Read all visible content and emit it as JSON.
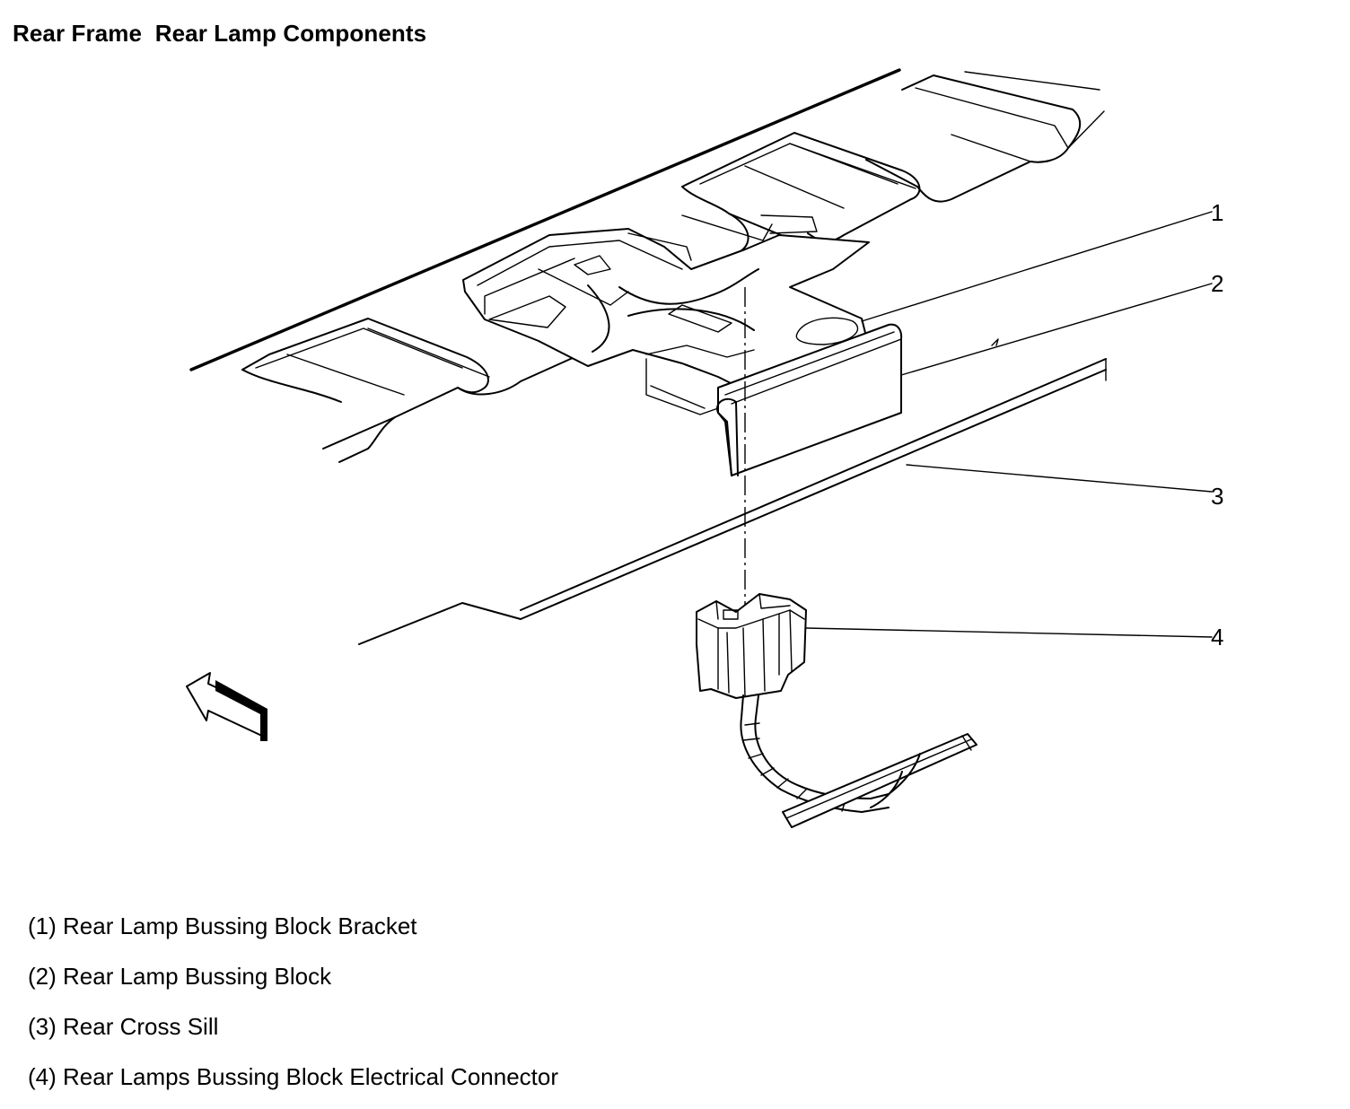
{
  "title": "Rear Frame  Rear Lamp Components",
  "callouts": [
    "1",
    "2",
    "3",
    "4"
  ],
  "legend": [
    "(1) Rear Lamp Bussing Block Bracket",
    "(2) Rear Lamp Bussing Block",
    "(3) Rear Cross Sill",
    "(4) Rear Lamps Bussing Block Electrical Connector"
  ],
  "icons": {
    "direction_arrow": "front-direction-arrow-icon"
  }
}
